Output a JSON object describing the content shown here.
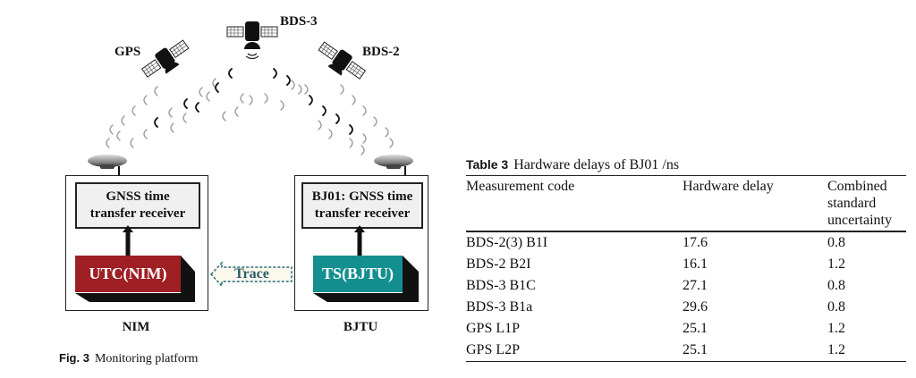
{
  "figure": {
    "satellites": [
      {
        "name": "GPS",
        "label": "GPS"
      },
      {
        "name": "BDS-3",
        "label": "BDS-3"
      },
      {
        "name": "BDS-2",
        "label": "BDS-2"
      }
    ],
    "sites": [
      {
        "name": "NIM",
        "receiver_label_line1": "GNSS time",
        "receiver_label_line2": "transfer receiver",
        "clock_label": "UTC(NIM)",
        "clock_color": "#9e1f24",
        "site_label": "NIM"
      },
      {
        "name": "BJTU",
        "receiver_label_line1": "BJ01: GNSS time",
        "receiver_label_line2": "transfer receiver",
        "clock_label": "TS(BJTU)",
        "clock_color": "#138f8f",
        "site_label": "BJTU"
      }
    ],
    "trace_label": "Trace",
    "trace_color": "#2a6a7a",
    "caption_num": "Fig. 3",
    "caption_text": "Monitoring platform"
  },
  "table": {
    "title_num": "Table 3",
    "title_text": "Hardware delays of BJ01 /ns",
    "headers": [
      "Measurement code",
      "Hardware delay",
      "Combined standard uncertainty"
    ],
    "rows": [
      [
        "BDS-2(3) B1I",
        "17.6",
        "0.8"
      ],
      [
        "BDS-2 B2I",
        "16.1",
        "1.2"
      ],
      [
        "BDS-3 B1C",
        "27.1",
        "0.8"
      ],
      [
        "BDS-3 B1a",
        "29.6",
        "0.8"
      ],
      [
        "GPS L1P",
        "25.1",
        "1.2"
      ],
      [
        "GPS L2P",
        "25.1",
        "1.2"
      ]
    ]
  }
}
